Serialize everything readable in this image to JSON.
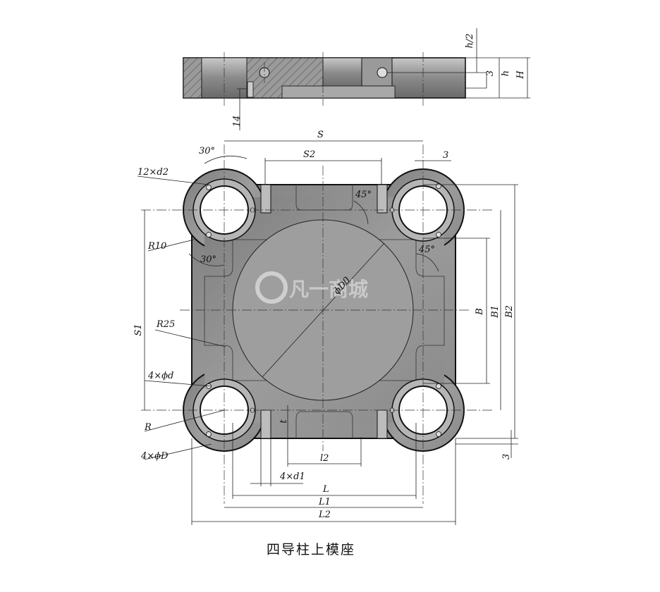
{
  "caption": "四导柱上模座",
  "watermark": "凡一商城",
  "labels": {
    "h2": "h/2",
    "h": "h",
    "H": "H",
    "three_top": "3",
    "fourteen": "14",
    "S": "S",
    "S2": "S2",
    "three_right": "3",
    "angle30_top": "30°",
    "d2": "12×d2",
    "angle45_a": "45°",
    "R10": "R10",
    "angle30_bot": "30°",
    "angle45_b": "45°",
    "D0": "ϕD0",
    "B": "B",
    "B1": "B1",
    "B2": "B2",
    "S1": "S1",
    "R25": "R25",
    "d": "4×ϕd",
    "R": "R",
    "D": "4×ϕD",
    "t": "t",
    "l2": "l2",
    "d1": "4×d1",
    "L": "L",
    "L1": "L1",
    "L2": "L2",
    "three_bottom": "3"
  },
  "colors": {
    "body_fill": "#8f8f8f",
    "outline": "#111111",
    "hole_fill": "#ffffff",
    "dim_line": "#222222"
  }
}
